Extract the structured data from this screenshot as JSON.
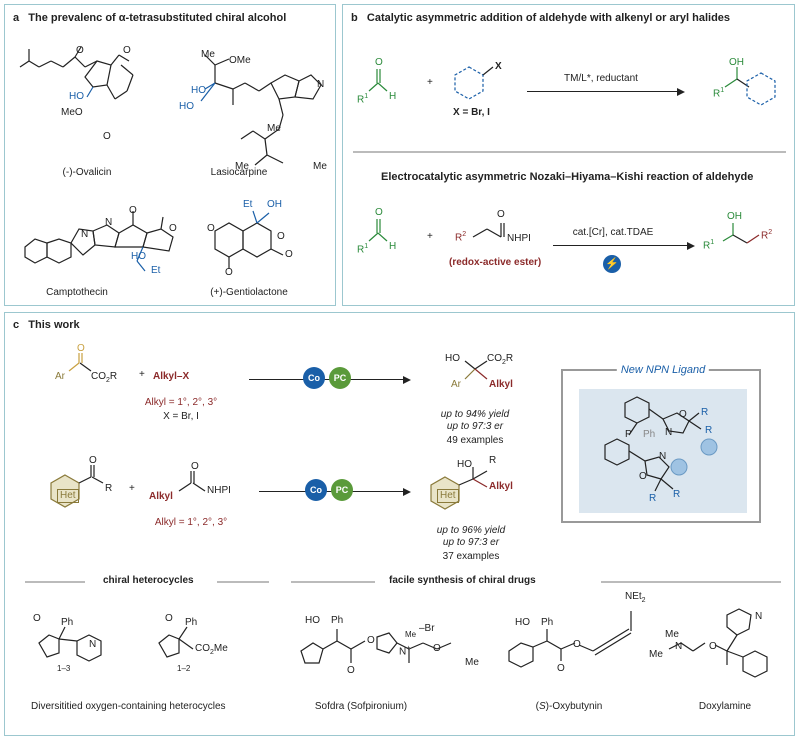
{
  "panel_a": {
    "letter": "a",
    "title": "The prevalenc of α-tetrasubstituted chiral alcohol",
    "compounds": [
      "(-)-Ovalicin",
      "Lasiocarpine",
      "Camptothecin",
      "(+)-Gentiolactone"
    ],
    "atoms": {
      "meo": "MeO",
      "ho": "HO",
      "o": "O",
      "ome": "OMe",
      "me": "Me",
      "et": "Et",
      "oh": "OH",
      "n": "N"
    }
  },
  "panel_b": {
    "letter": "b",
    "title": "Catalytic asymmetric addition of aldehyde with alkenyl or aryl halides",
    "conditions": "TM/L*, reductant",
    "x_def": "X = Br, I",
    "title2": "Electrocatalytic asymmetric Nozaki–Hiyama–Kishi reaction of aldehyde",
    "conditions2": "cat.[Cr], cat.TDAE",
    "redox_label": "(redox-active ester)",
    "atoms": {
      "r1": "R1",
      "r2": "R2",
      "h": "H",
      "x": "X",
      "nhpi": "NHPI",
      "oh": "OH",
      "o": "O"
    }
  },
  "panel_c": {
    "letter": "c",
    "title": "This work",
    "reagent1": "Alkyl–X",
    "reagent2": "Alkyl",
    "ar": "Ar",
    "co2r": "CO2R",
    "het": "Het",
    "nhpi": "NHPI",
    "alkyl_def1": "Alkyl = 1°, 2°, 3°",
    "x_def": "X = Br, I",
    "alkyl_def2": "Alkyl = 1°, 2°, 3°",
    "yield1": "up to 94% yield",
    "er1": "up to 97:3 er",
    "examples1": "49 examples",
    "yield2": "up to 96% yield",
    "er2": "up to 97:3 er",
    "examples2": "37 examples",
    "catalyst_co": "Co",
    "catalyst_pc": "PC",
    "ligand_title": "New NPN Ligand",
    "section1": "chiral heterocycles",
    "section2": "facile synthesis of chiral drugs",
    "products": [
      "Diversititied oxygen-containing heterocycles",
      "Sofdra (Sofpironium)",
      "(S)-Oxybutynin",
      "Doxylamine"
    ],
    "atoms": {
      "ho": "HO",
      "r": "R",
      "o": "O",
      "n": "N",
      "p": "P",
      "ph": "Ph",
      "me": "Me",
      "br": "–Br",
      "net2": "NEt2",
      "co2me": "CO2Me",
      "range1": "1–3",
      "range2": "1–2",
      "alkyl": "Alkyl"
    }
  }
}
